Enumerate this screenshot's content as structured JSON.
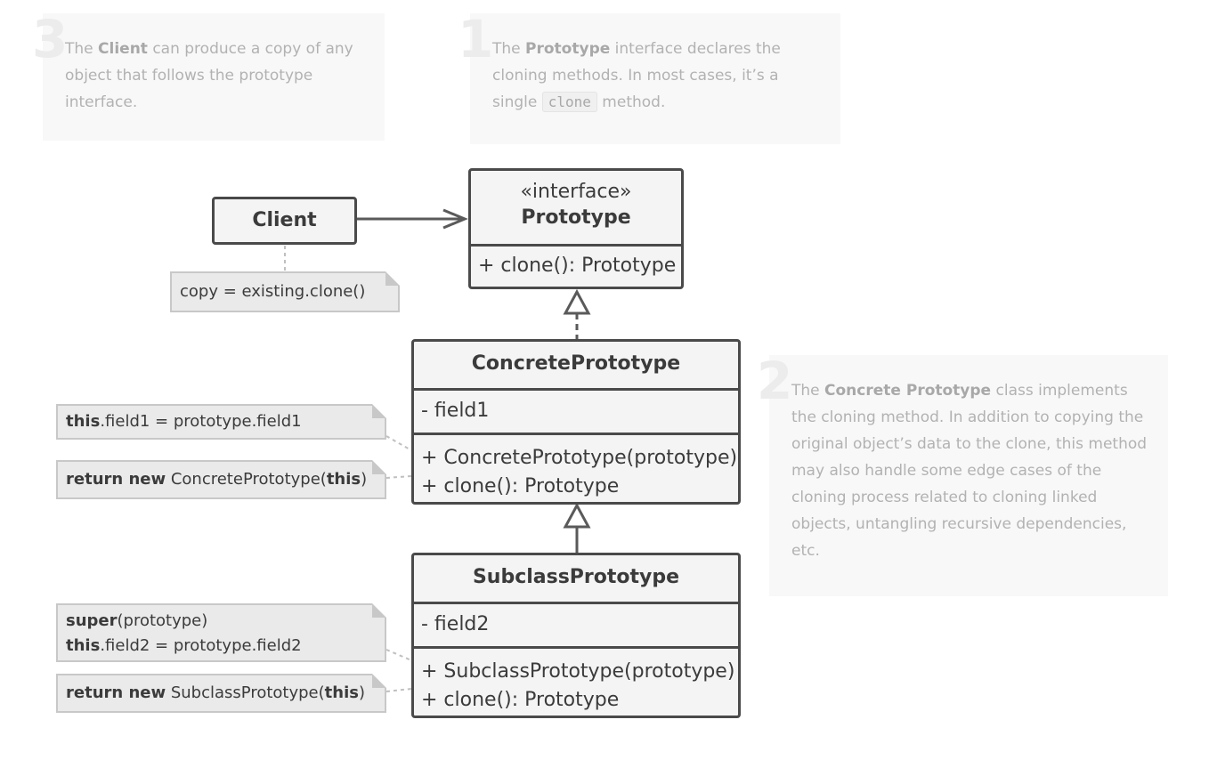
{
  "callouts": {
    "client": {
      "number": "3",
      "pre": "The ",
      "bold": "Client",
      "post": " can produce a copy of any object that follows the prototype interface."
    },
    "prototype": {
      "number": "1",
      "pre": "The ",
      "bold": "Prototype",
      "mid": " interface declares the cloning methods. In most cases, it’s a single ",
      "code": "clone",
      "post": " method."
    },
    "concrete": {
      "number": "2",
      "pre": "The ",
      "bold": "Concrete Prototype",
      "post": " class implements the cloning method. In addition to copying the original object’s data to the clone, this method may also handle some edge cases of the cloning process related to cloning linked objects, untangling recursive dependencies, etc."
    }
  },
  "classes": {
    "client": {
      "name": "Client"
    },
    "prototype": {
      "stereotype": "«interface»",
      "name": "Prototype",
      "methods": [
        "+ clone(): Prototype"
      ]
    },
    "concrete": {
      "name": "ConcretePrototype",
      "fields": [
        "- field1"
      ],
      "methods": [
        "+ ConcretePrototype(prototype)",
        "+ clone(): Prototype"
      ]
    },
    "subclass": {
      "name": "SubclassPrototype",
      "fields": [
        "- field2"
      ],
      "methods": [
        "+ SubclassPrototype(prototype)",
        "+ clone(): Prototype"
      ]
    }
  },
  "notes": {
    "client_note": {
      "text": "copy = existing.clone()"
    },
    "concrete_ctor": {
      "kw": "this",
      "rest": ".field1 = prototype.field1"
    },
    "concrete_clone": {
      "kw1": "return new",
      "mid": " ConcretePrototype(",
      "kw2": "this",
      "end": ")"
    },
    "subclass_ctor": {
      "kw1": "super",
      "rest1": "(prototype)",
      "kw2": "this",
      "rest2": ".field2 = prototype.field2"
    },
    "subclass_clone": {
      "kw1": "return new",
      "mid": " SubclassPrototype(",
      "kw2": "this",
      "end": ")"
    }
  },
  "colors": {
    "border": "#4a4a4a",
    "box_fill": "#f4f4f4",
    "note_fill": "#eaeaea",
    "callout_fill": "#f8f8f8",
    "callout_text": "#b2b2b2"
  }
}
